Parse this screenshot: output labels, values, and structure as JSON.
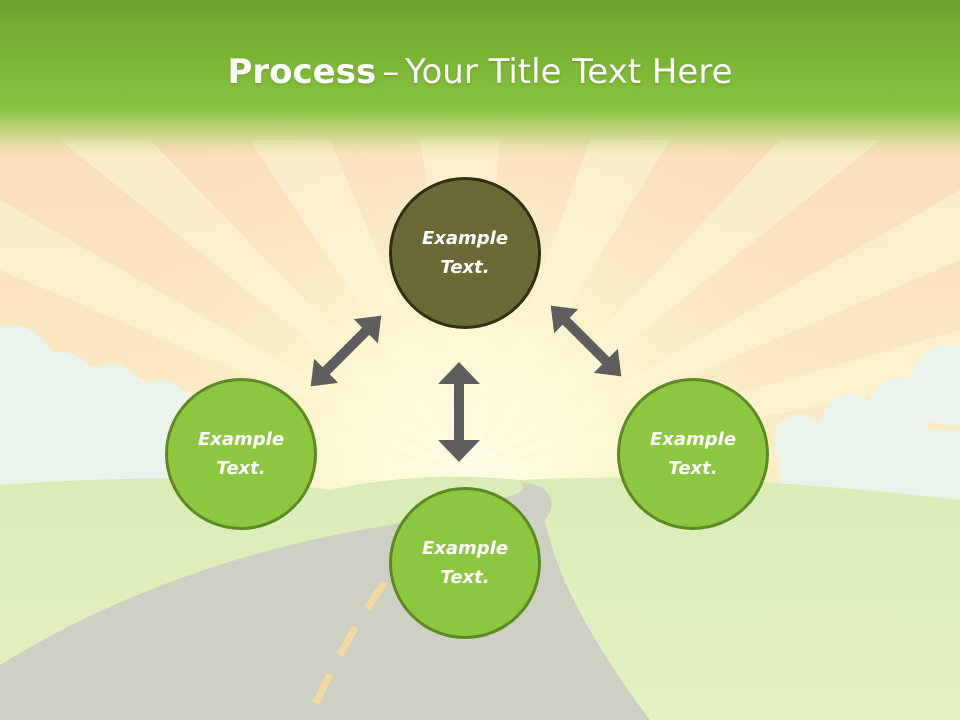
{
  "slide": {
    "title_bold": "Process",
    "title_separator": "–",
    "title_rest": "Your Title Text Here"
  },
  "nodes": {
    "top": "Example\nText.",
    "left": "Example\nText.",
    "right": "Example\nText.",
    "bottom": "Example\nText."
  },
  "colors": {
    "header_green": "#7fbf37",
    "node_green": "#8dc63f",
    "node_dark": "#6b6a36",
    "arrow_gray": "#5e5e5e"
  }
}
